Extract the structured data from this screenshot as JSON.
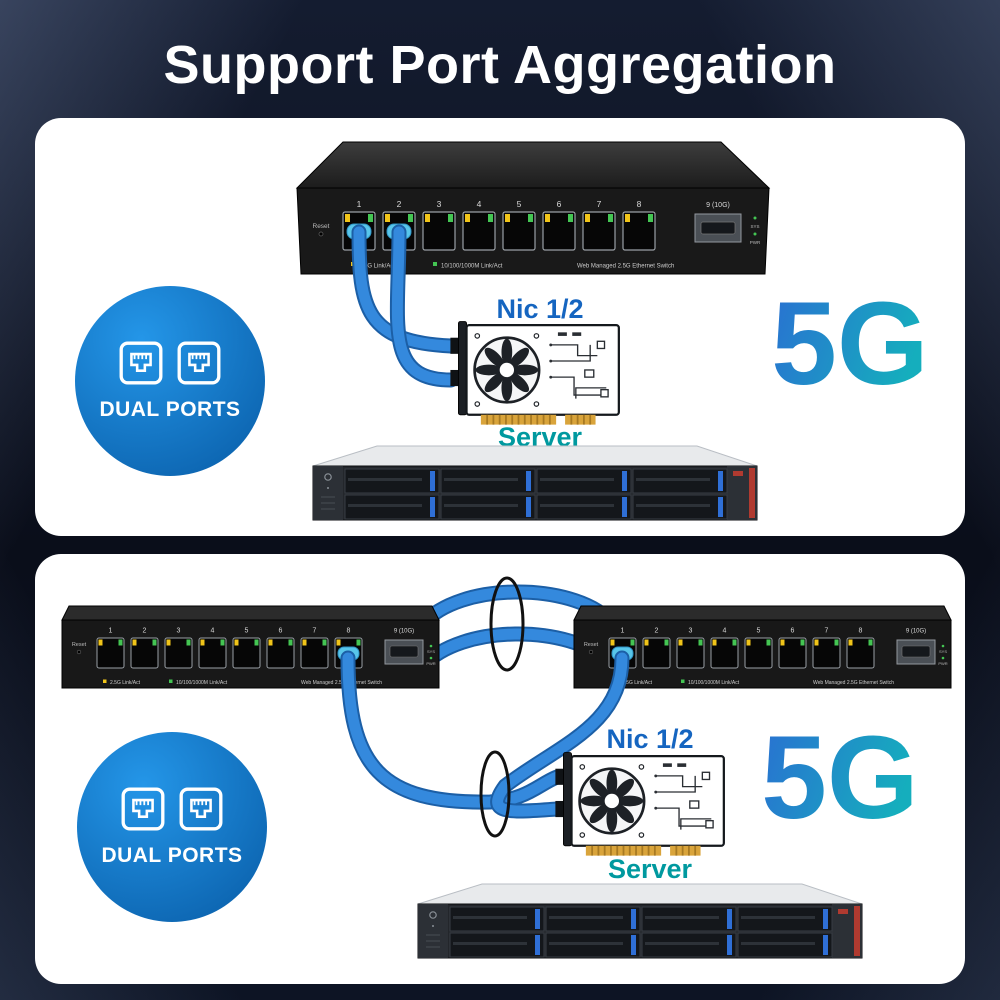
{
  "title": "Support Port Aggregation",
  "speed": {
    "label": "5G"
  },
  "badge": {
    "label": "DUAL PORTS"
  },
  "nic": {
    "label": "Nic 1/2"
  },
  "server": {
    "label": "Server"
  },
  "switch": {
    "reset_label": "Reset",
    "ports": [
      "1",
      "2",
      "3",
      "4",
      "5",
      "6",
      "7",
      "8"
    ],
    "sfp_label": "9 (10G)",
    "sys_label": "SYS",
    "pwr_label": "PWR",
    "led_left_label": "2.5G Link/Act",
    "led_mid_label": "10/100/1000M Link/Act",
    "model_label": "Web Managed 2.5G Ethernet Switch"
  },
  "colors": {
    "cable_blue": "#3489dd",
    "accent_blue": "#1565c0",
    "teal": "#00999f",
    "badge_blue": "#1583d6",
    "speed_gradient_start": "#2a6fd2",
    "speed_gradient_end": "#15aebd"
  }
}
